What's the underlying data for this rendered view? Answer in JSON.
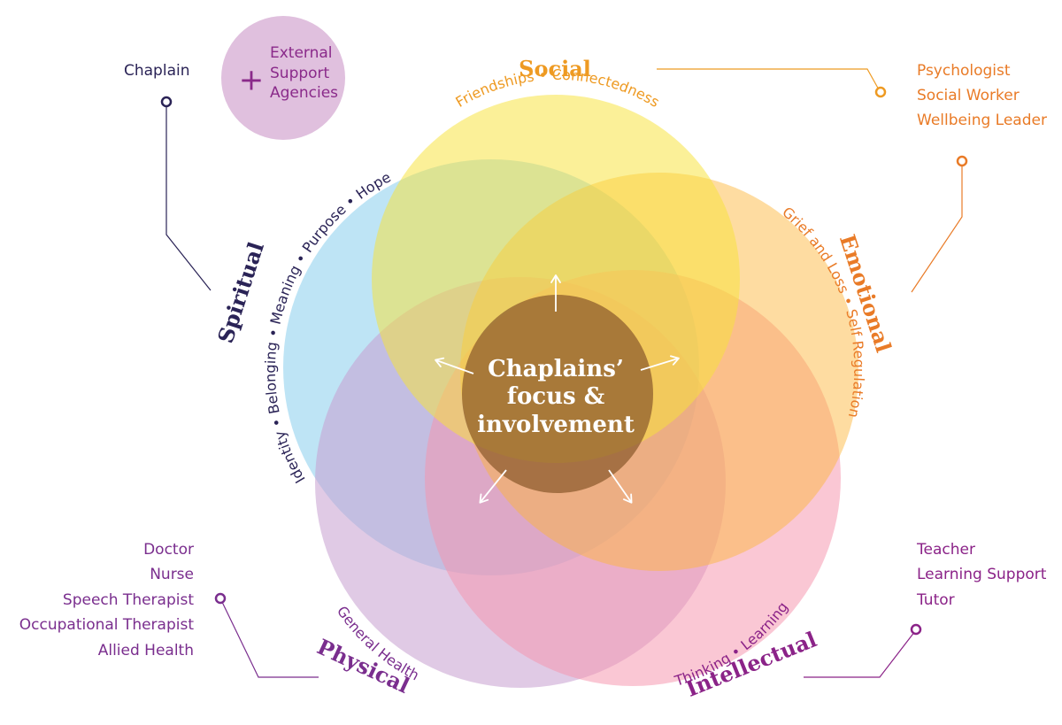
{
  "center": {
    "line1": "Chaplains’",
    "line2": "focus &",
    "line3": "involvement"
  },
  "external": {
    "plus": "+",
    "line1": "External",
    "line2": "Support",
    "line3": "Agencies"
  },
  "chaplain": {
    "label": "Chaplain"
  },
  "domains": {
    "social": {
      "title": "Social",
      "subtitle": "Friendships • Connectedness",
      "color": "#ee9a22"
    },
    "emotional": {
      "title": "Emotional",
      "subtitle": "Grief and Loss • Self Regulation",
      "color": "#e97b27"
    },
    "spiritual": {
      "title": "Spiritual",
      "subtitle": "Identity • Belonging • Meaning • Purpose • Hope",
      "color": "#2a2356"
    },
    "physical": {
      "title": "Physical",
      "subtitle": "General Health",
      "color": "#7a2e8e"
    },
    "intellectual": {
      "title": "Intellectual",
      "subtitle": "Thinking • Learning",
      "color": "#8b2388"
    }
  },
  "support": {
    "social_emotional": [
      "Psychologist",
      "Social Worker",
      "Wellbeing Leader"
    ],
    "physical": [
      "Doctor",
      "Nurse",
      "Speech Therapist",
      "Occupational Therapist",
      "Allied Health"
    ],
    "intellectual": [
      "Teacher",
      "Learning Support",
      "Tutor"
    ]
  },
  "colors": {
    "circle_social": "#f7e33a",
    "circle_emotional": "#fcb63a",
    "circle_spiritual": "#8fd0ee",
    "circle_physical": "#c79ed0",
    "circle_intellectual": "#f593ad",
    "center_fill": "#8a5a2c",
    "external_fill": "#e0c0de",
    "external_text": "#8a2a8a"
  }
}
